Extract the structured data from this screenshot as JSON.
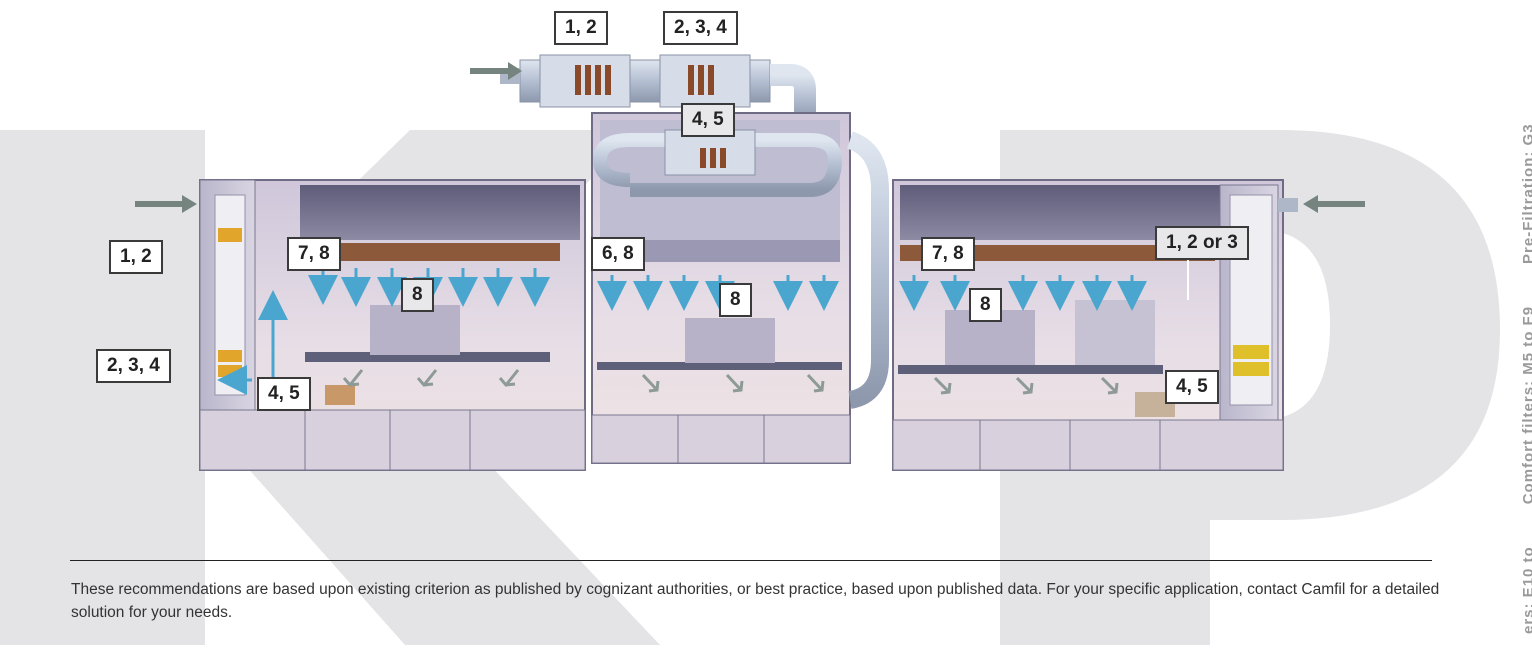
{
  "callouts": {
    "ahu_left": "1, 2",
    "ahu_right": "2, 3, 4",
    "center_top": "4, 5",
    "left_wall_top": "1, 2",
    "left_wall_mid": "2, 3, 4",
    "left_floor": "4, 5",
    "left_ceiling": "7, 8",
    "left_room": "8",
    "center_ceiling": "6, 8",
    "center_room": "8",
    "right_ceiling": "7, 8",
    "right_room": "8",
    "right_wall_top": "1, 2 or 3",
    "right_floor": "4, 5"
  },
  "footnote": "These recommendations are based upon existing criterion as published by cognizant authorities, or best practice, based upon published data. For your specific application, contact Camfil for a detailed solution for your needs.",
  "sidebar": {
    "label_1": "ers: E10 to",
    "label_2": "Comfort filters: M5 to F9",
    "label_3": "Pre-Filtration: G3"
  },
  "colors": {
    "watermark": "#e3e3e6",
    "room_wall": "#d8cfdc",
    "ceiling_dark": "#6d6b86",
    "airflow_blue": "#4aa6cf",
    "return_arrow": "#8e9a96",
    "intake_arrow": "#75847f"
  }
}
